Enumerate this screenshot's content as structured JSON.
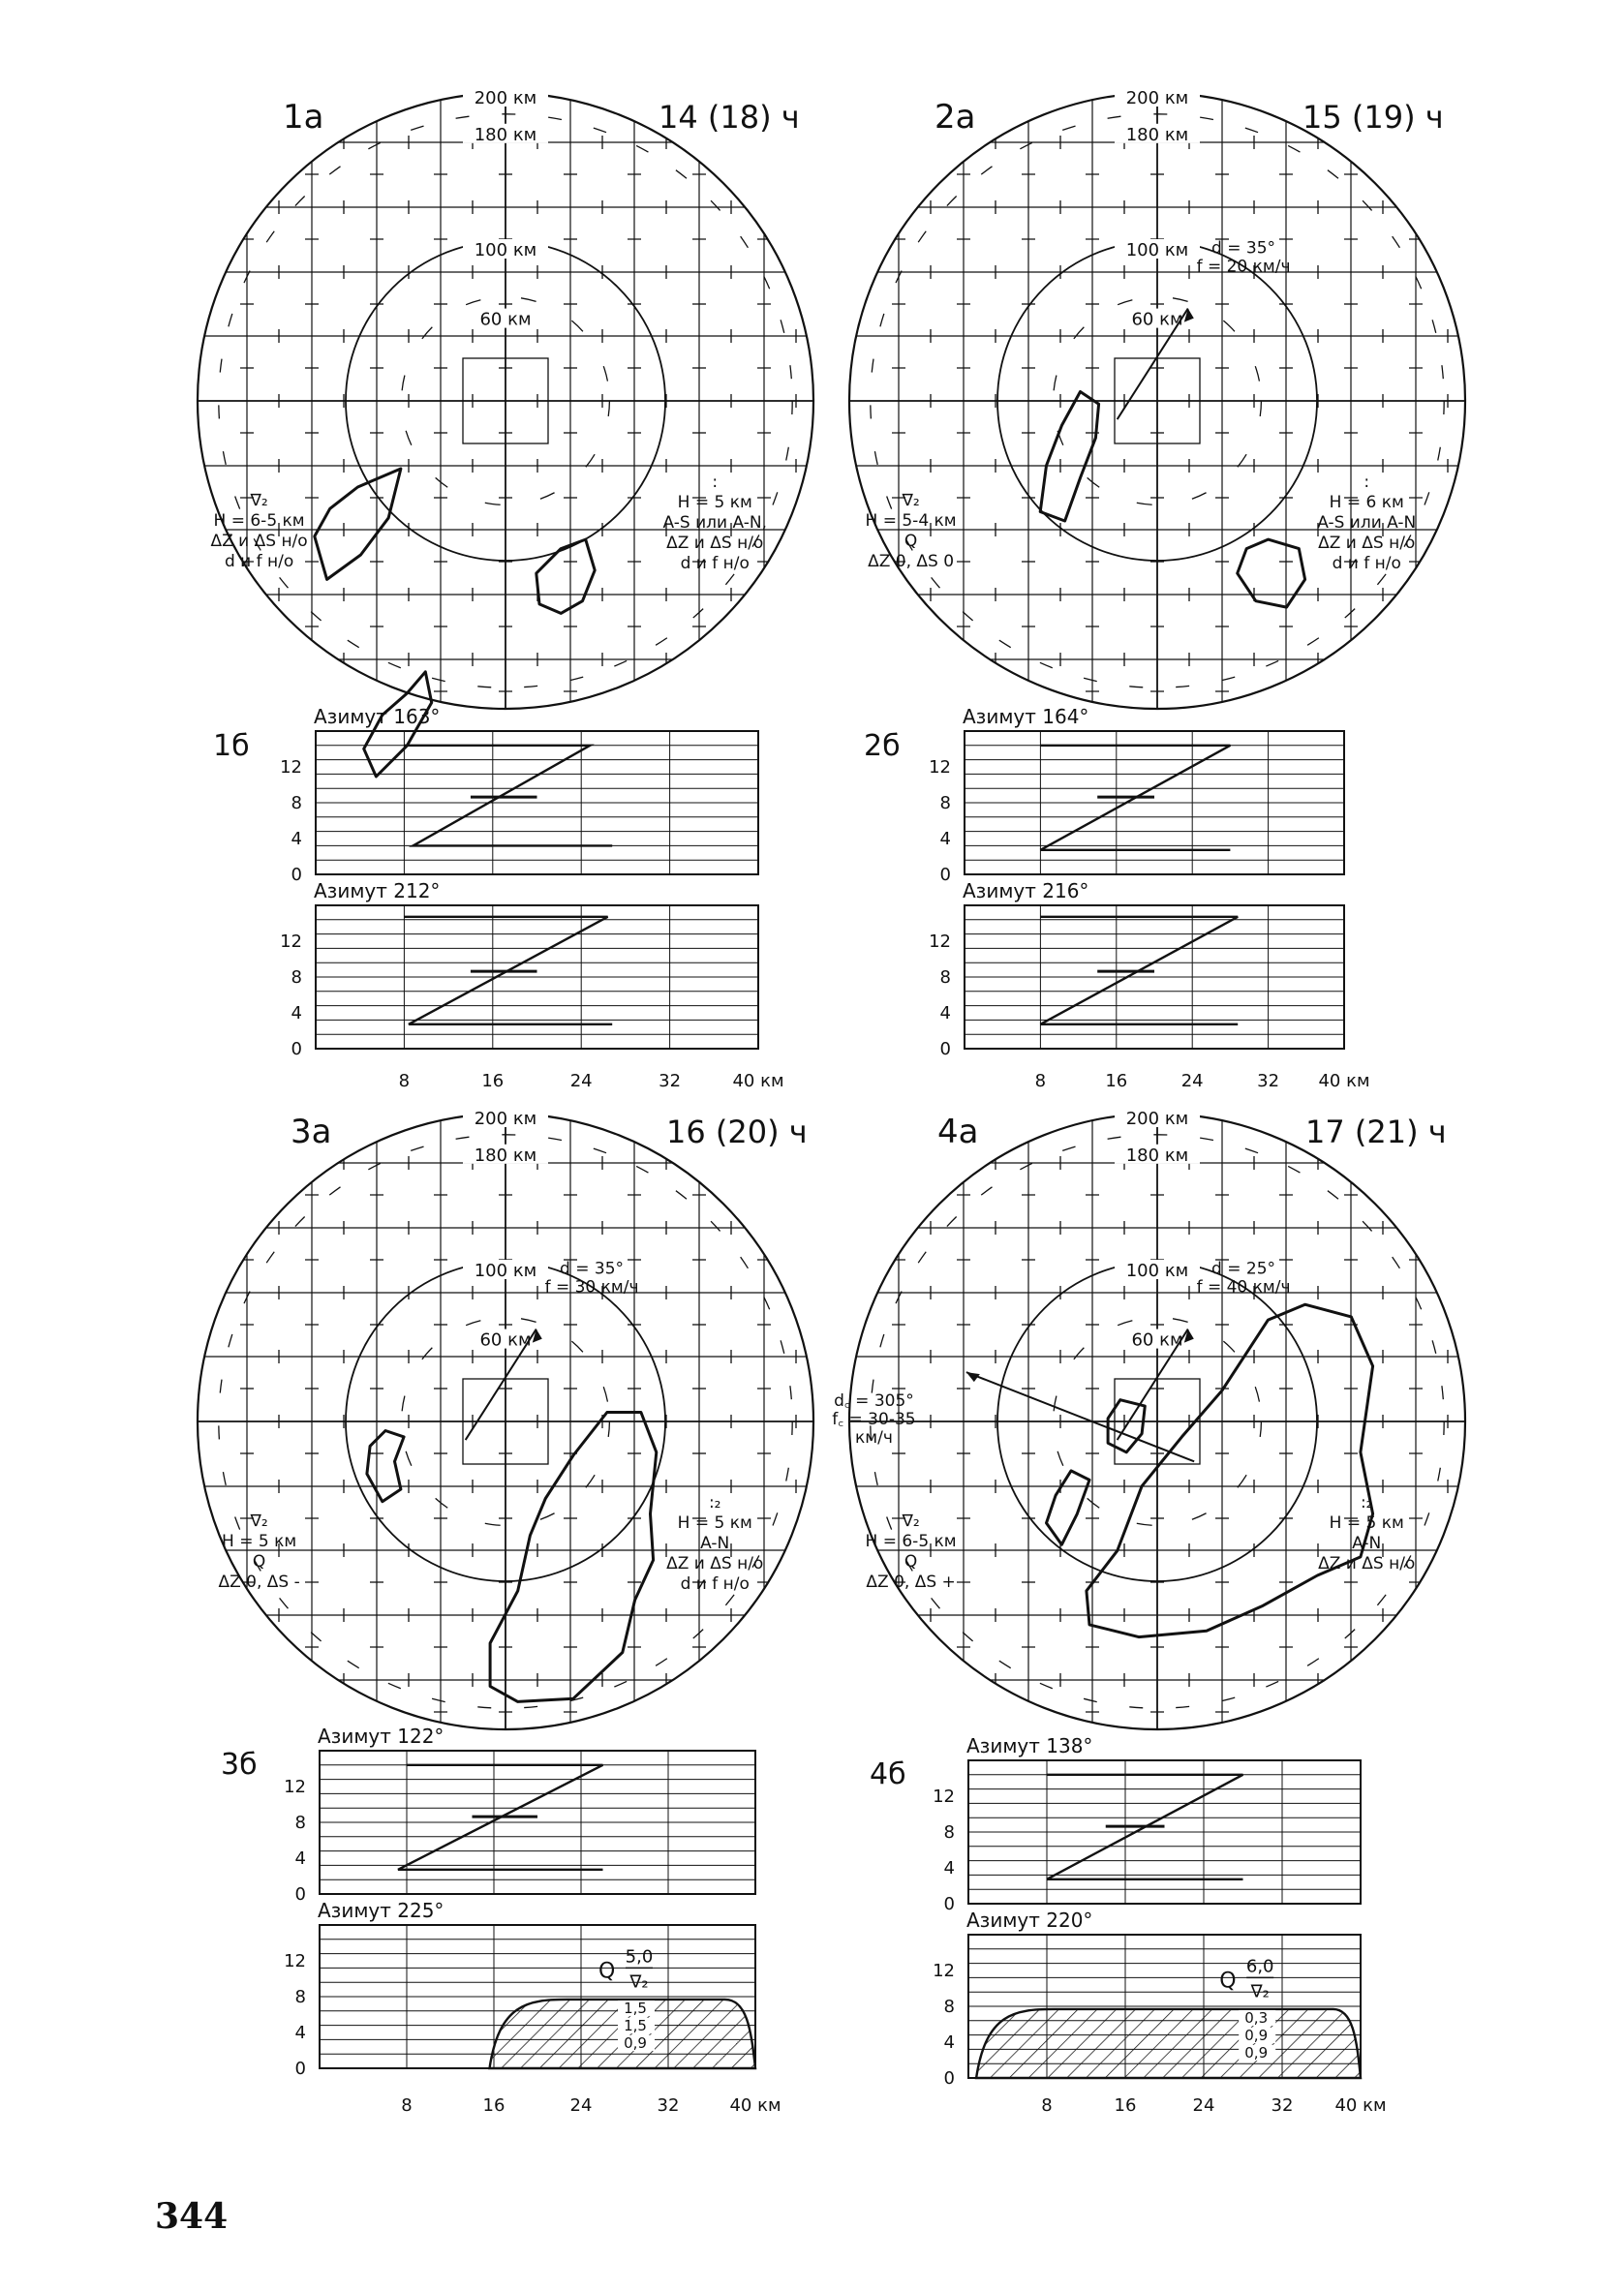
{
  "page_number": "344",
  "panels": [
    {
      "id": "1",
      "scope_label": "1а",
      "time": "14 (18) ч",
      "ring_labels": {
        "r200": "200 км",
        "r180": "180 км",
        "r100": "100 км",
        "r60": "60 км"
      },
      "annotations": [
        {
          "text": "∇₂",
          "pos": "left"
        },
        {
          "text": "H = 6-5 км",
          "pos": "left"
        },
        {
          "text": "ΔZ и ΔS н/о",
          "pos": "left"
        },
        {
          "text": "d и f н/о",
          "pos": "left"
        },
        {
          "text": ":",
          "pos": "right"
        },
        {
          "text": "H = 5 км",
          "pos": "right"
        },
        {
          "text": "A-S или A-N,",
          "pos": "right"
        },
        {
          "text": "ΔZ и ΔS н/о",
          "pos": "right"
        },
        {
          "text": "d и f н/о",
          "pos": "right"
        }
      ],
      "section_label": "1б",
      "sections": [
        {
          "azimuth": "Азимут 163°"
        },
        {
          "azimuth": "Азимут 212°"
        }
      ]
    },
    {
      "id": "2",
      "scope_label": "2а",
      "time": "15 (19) ч",
      "ring_labels": {
        "r200": "200 км",
        "r180": "180 км",
        "r100": "100 км",
        "r60": "60 км"
      },
      "annotations": [
        {
          "text": "d = 35°",
          "pos": "vector"
        },
        {
          "text": "f = 20 км/ч",
          "pos": "vector"
        },
        {
          "text": "∇₂",
          "pos": "left"
        },
        {
          "text": "H = 5-4 км",
          "pos": "left"
        },
        {
          "text": "Q",
          "pos": "left"
        },
        {
          "text": "ΔZ 0, ΔS 0",
          "pos": "left"
        },
        {
          "text": ":",
          "pos": "right"
        },
        {
          "text": "H = 6 км",
          "pos": "right"
        },
        {
          "text": "A-S или A-N",
          "pos": "right"
        },
        {
          "text": "ΔZ и ΔS н/о",
          "pos": "right"
        },
        {
          "text": "d и f н/о",
          "pos": "right"
        }
      ],
      "section_label": "2б",
      "sections": [
        {
          "azimuth": "Азимут 164°"
        },
        {
          "azimuth": "Азимут 216°"
        }
      ]
    },
    {
      "id": "3",
      "scope_label": "3а",
      "time": "16 (20) ч",
      "ring_labels": {
        "r200": "200 км",
        "r180": "180 км",
        "r100": "100 км",
        "r60": "60 км"
      },
      "annotations": [
        {
          "text": "d = 35°",
          "pos": "vector"
        },
        {
          "text": "f = 30 км/ч",
          "pos": "vector"
        },
        {
          "text": "∇₂",
          "pos": "left"
        },
        {
          "text": "H = 5 км",
          "pos": "left"
        },
        {
          "text": "Q",
          "pos": "left"
        },
        {
          "text": "ΔZ 0, ΔS -",
          "pos": "left"
        },
        {
          "text": ":₂",
          "pos": "right"
        },
        {
          "text": "H = 5 км",
          "pos": "right"
        },
        {
          "text": "A-N",
          "pos": "right"
        },
        {
          "text": "ΔZ и ΔS н/о",
          "pos": "right"
        },
        {
          "text": "d и f н/о",
          "pos": "right"
        }
      ],
      "section_label": "3б",
      "sections": [
        {
          "azimuth": "Азимут 122°"
        },
        {
          "azimuth": "Азимут 225°",
          "fraction_num": "5,0",
          "fraction_den": "∇₂",
          "fraction_prefix": "Q",
          "small_values": [
            "1,5",
            "1,5",
            "0,9"
          ]
        }
      ]
    },
    {
      "id": "4",
      "scope_label": "4а",
      "time": "17 (21) ч",
      "ring_labels": {
        "r200": "200 км",
        "r180": "180 км",
        "r100": "100 км",
        "r60": "60 км"
      },
      "annotations": [
        {
          "text": "d = 25°",
          "pos": "vector"
        },
        {
          "text": "f = 40 км/ч",
          "pos": "vector"
        },
        {
          "text": "d꜀ = 305°",
          "pos": "vector2"
        },
        {
          "text": "f꜀ = 30-35",
          "pos": "vector2"
        },
        {
          "text": "км/ч",
          "pos": "vector2"
        },
        {
          "text": "∇₂",
          "pos": "left"
        },
        {
          "text": "H = 6-5 км",
          "pos": "left"
        },
        {
          "text": "Q",
          "pos": "left"
        },
        {
          "text": "ΔZ 0, ΔS +",
          "pos": "left"
        },
        {
          "text": ":₂",
          "pos": "right"
        },
        {
          "text": "H = 5 км",
          "pos": "right"
        },
        {
          "text": "A-N",
          "pos": "right"
        },
        {
          "text": "ΔZ и ΔS н/о",
          "pos": "right"
        }
      ],
      "section_label": "4б",
      "sections": [
        {
          "azimuth": "Азимут 138°"
        },
        {
          "azimuth": "Азимут 220°",
          "fraction_num": "6,0",
          "fraction_den": "∇₂",
          "fraction_prefix": "Q",
          "small_values": [
            "0,3",
            "0,9",
            "0,9"
          ]
        }
      ]
    }
  ],
  "y_ticks": [
    "0",
    "4",
    "8",
    "12"
  ],
  "x_ticks": [
    "8",
    "16",
    "24",
    "32",
    "40 км"
  ]
}
